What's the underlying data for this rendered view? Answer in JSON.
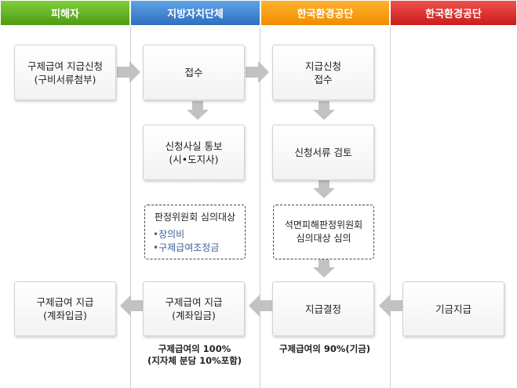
{
  "headers": [
    {
      "label": "피해자",
      "color": "#5fa52a"
    },
    {
      "label": "지방자치단체",
      "color": "#3f84d6"
    },
    {
      "label": "한국환경공단",
      "color": "#f5a01a"
    },
    {
      "label": "한국환경공단",
      "color": "#e0302e"
    }
  ],
  "boxes": {
    "apply": [
      "구제급여 지급신청",
      "(구비서류첨부)"
    ],
    "receive": [
      "접수"
    ],
    "notify": [
      "신청사실 통보",
      "(시•도지사)"
    ],
    "apply_receive": [
      "지급신청",
      "접수"
    ],
    "review": [
      "신청서류 검토"
    ],
    "decision": [
      "지급결정"
    ],
    "fund_pay": [
      "기금지급"
    ],
    "local_pay": [
      "구제급여 지급",
      "(계좌입금)"
    ],
    "victim_pay": [
      "구제급여 지급",
      "(계좌입금)"
    ]
  },
  "notes": {
    "local_committee": {
      "title": "판정위원회 심의대상",
      "items": [
        "•장의비",
        "•구제급여조정금"
      ]
    },
    "asbestos_committee": [
      "석면피해판정위원회",
      "심의대상 심의"
    ]
  },
  "captions": {
    "local": [
      "구제급여의 100%",
      "(지자체 분담 10%포함)"
    ],
    "agency": [
      "구제급여의 90%(기금)"
    ]
  },
  "arrow_color": "#c2c2c2"
}
